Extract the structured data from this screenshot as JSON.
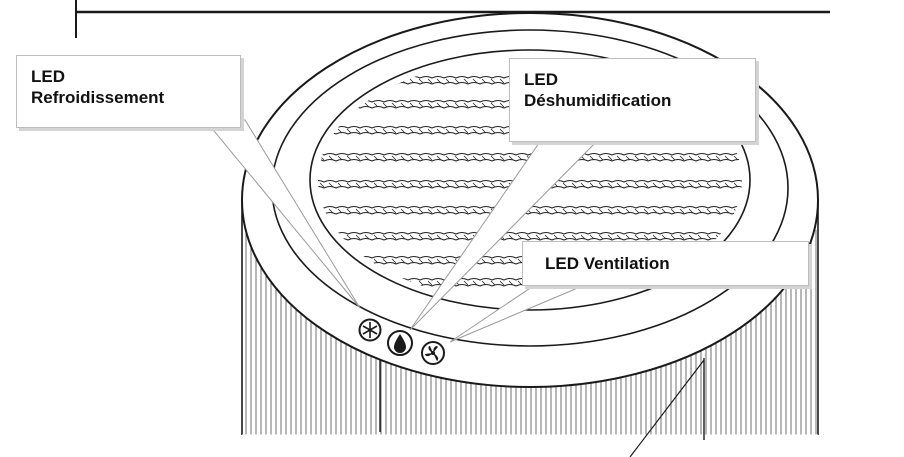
{
  "callouts": {
    "cooling": {
      "line1": "LED",
      "line2": "Refroidissement"
    },
    "dehumidification": {
      "line1": "LED",
      "line2": "Déshumidification"
    },
    "ventilation": {
      "label": "LED Ventilation"
    }
  },
  "icons": [
    {
      "name": "snowflake-icon",
      "meaning": "cooling"
    },
    {
      "name": "water-drop-icon",
      "meaning": "dehumidification"
    },
    {
      "name": "fan-icon",
      "meaning": "ventilation"
    }
  ],
  "colors": {
    "line": "#1a1a1a",
    "panel_border": "#bdbdbd",
    "background": "#ffffff"
  }
}
